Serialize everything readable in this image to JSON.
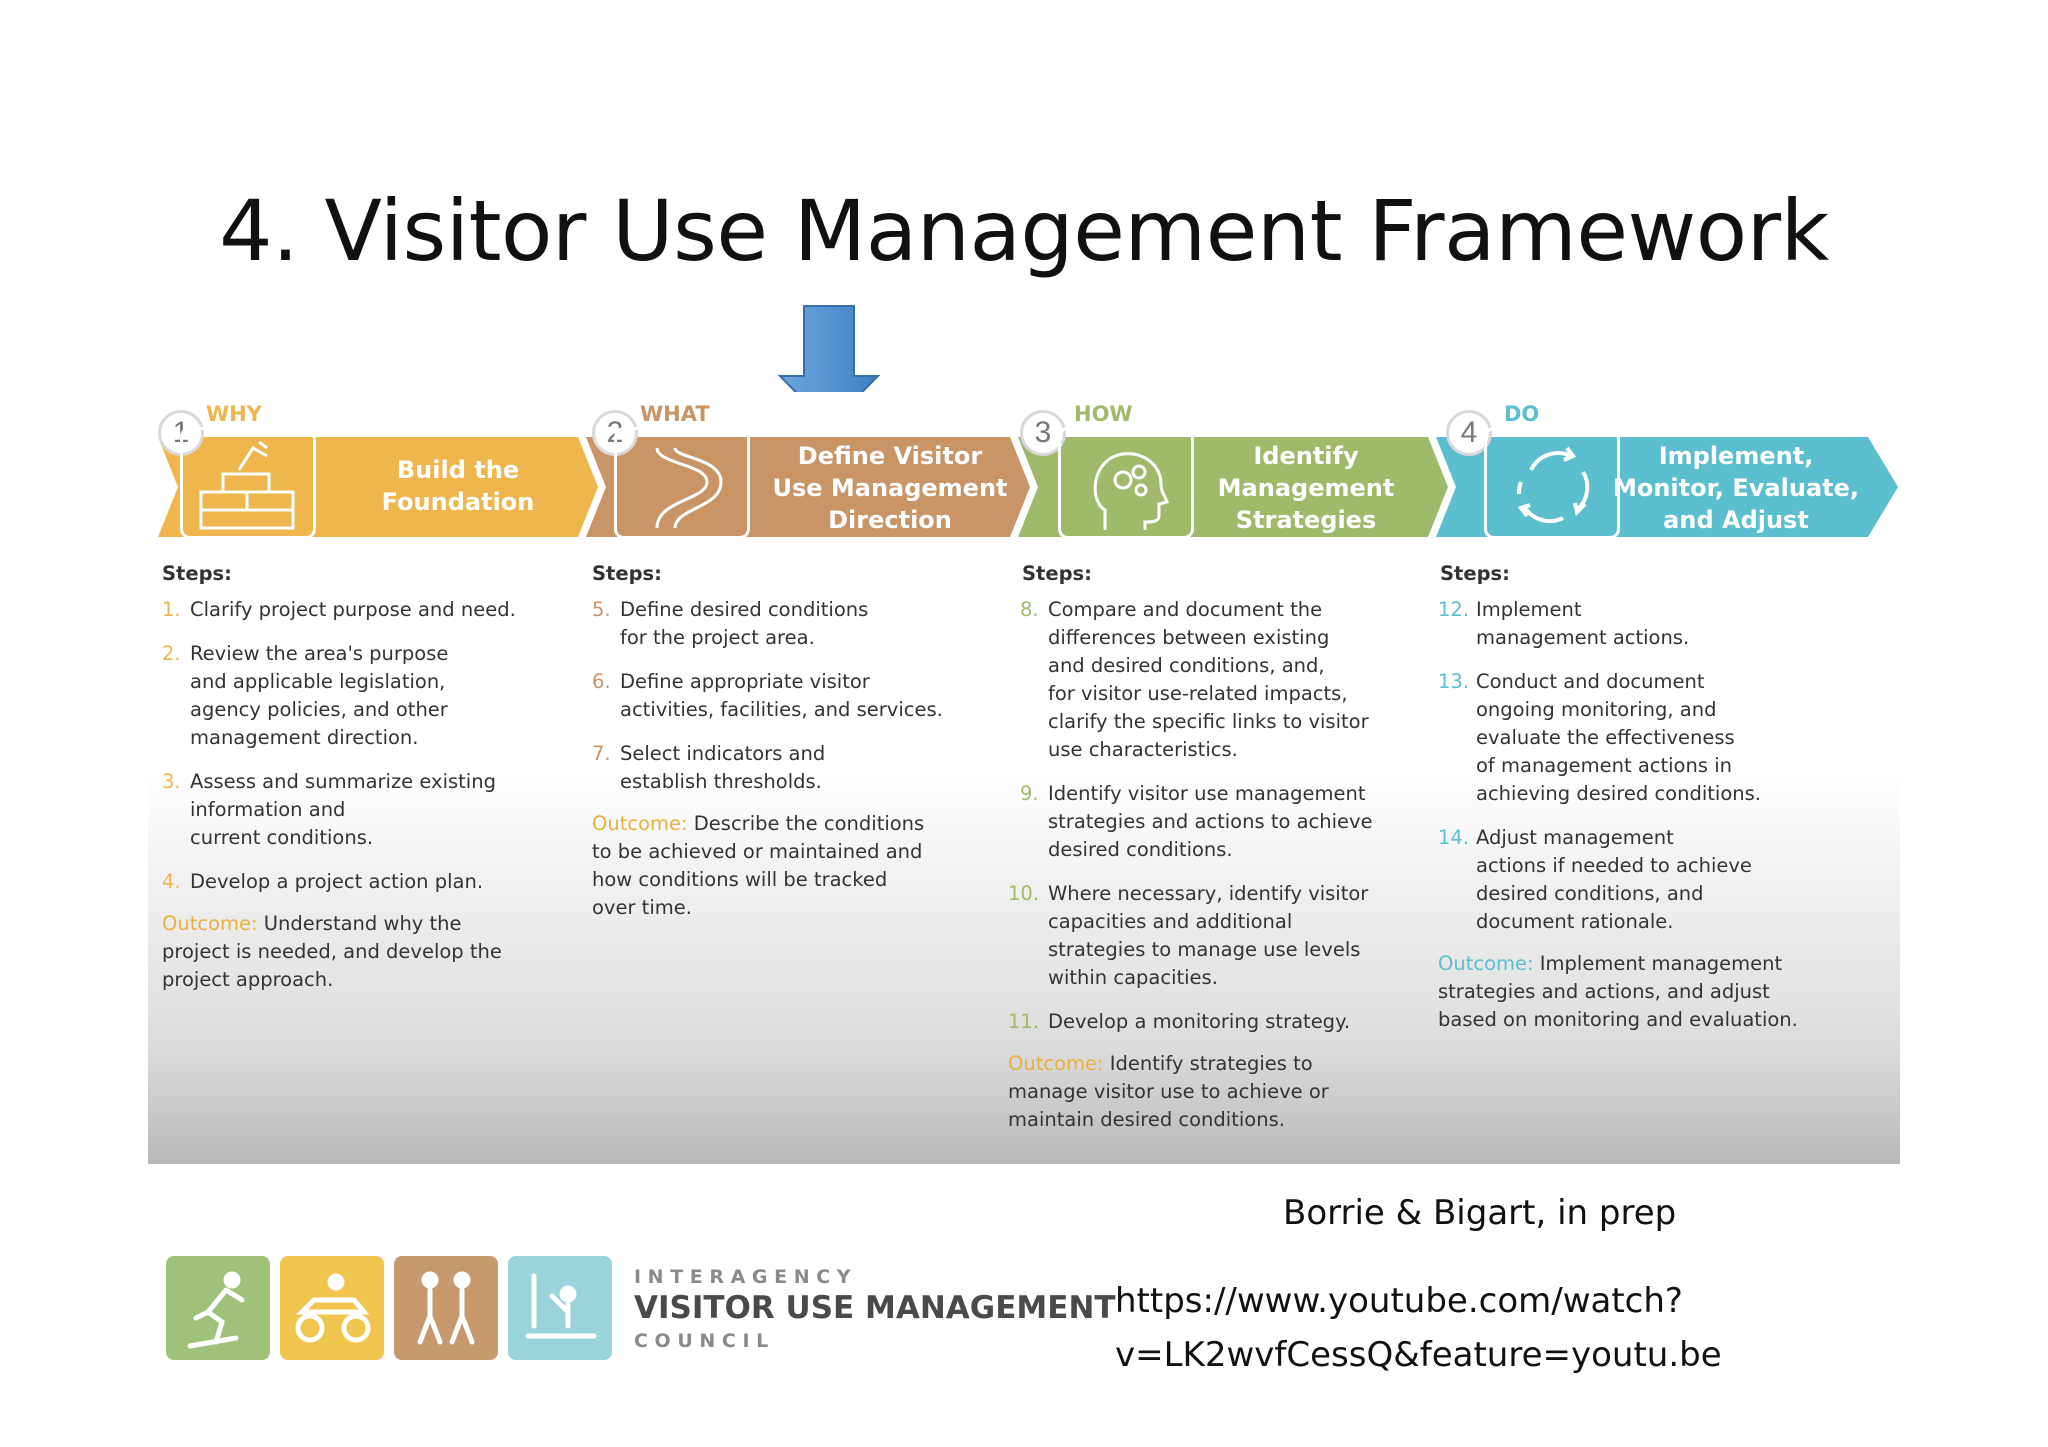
{
  "slide": {
    "title": "4. Visitor Use Management Framework",
    "credit": "Borrie & Bigart, in prep",
    "url_line1": "https://www.youtube.com/watch?",
    "url_line2": "v=LK2wvfCessQ&feature=youtu.be"
  },
  "phases": [
    {
      "num": "1",
      "tag": "WHY",
      "color": "#eeb64c",
      "icon": "brick-wall-icon",
      "banner": [
        "Build the",
        "Foundation"
      ],
      "steps_header": "Steps:",
      "steps": [
        {
          "n": "1.",
          "text": [
            "Clarify project purpose and need."
          ]
        },
        {
          "n": "2.",
          "text": [
            "Review the area's purpose",
            "and applicable legislation,",
            "agency policies, and other",
            "management direction."
          ]
        },
        {
          "n": "3.",
          "text": [
            "Assess and summarize existing",
            "information and",
            "current conditions."
          ]
        },
        {
          "n": "4.",
          "text": [
            "Develop a project action plan."
          ]
        }
      ],
      "outcome_label": "Outcome:",
      "outcome": [
        "Understand why the",
        "project is needed, and develop the",
        "project approach."
      ]
    },
    {
      "num": "2",
      "tag": "WHAT",
      "color": "#c99566",
      "icon": "winding-road-icon",
      "banner": [
        "Define Visitor",
        "Use Management",
        "Direction"
      ],
      "steps_header": "Steps:",
      "steps": [
        {
          "n": "5.",
          "text": [
            "Define desired conditions",
            "for the project area."
          ]
        },
        {
          "n": "6.",
          "text": [
            "Define appropriate visitor",
            "activities, facilities, and services."
          ]
        },
        {
          "n": "7.",
          "text": [
            "Select indicators and",
            "establish thresholds."
          ]
        }
      ],
      "outcome_label": "Outcome:",
      "outcome": [
        "Describe the conditions",
        "to be achieved or maintained and",
        "how conditions will be tracked",
        "over time."
      ]
    },
    {
      "num": "3",
      "tag": "HOW",
      "color": "#9fba6a",
      "icon": "head-gears-icon",
      "banner": [
        "Identify",
        "Management",
        "Strategies"
      ],
      "steps_header": "Steps:",
      "steps": [
        {
          "n": "8.",
          "text": [
            "Compare and document the",
            "differences between existing",
            "and desired conditions, and,",
            "for visitor use-related impacts,",
            "clarify the specific links to visitor",
            "use characteristics."
          ]
        },
        {
          "n": "9.",
          "text": [
            "Identify visitor use management",
            "strategies and actions to achieve",
            "desired conditions."
          ]
        },
        {
          "n": "10.",
          "text": [
            "Where necessary, identify visitor",
            "capacities and additional",
            "strategies to manage use levels",
            "within capacities."
          ]
        },
        {
          "n": "11.",
          "text": [
            "Develop a monitoring strategy."
          ]
        }
      ],
      "outcome_label": "Outcome:",
      "outcome": [
        "Identify strategies to",
        "manage visitor use to achieve or",
        "maintain desired conditions."
      ]
    },
    {
      "num": "4",
      "tag": "DO",
      "color": "#5cbfd0",
      "icon": "cycle-arrows-icon",
      "banner": [
        "Implement,",
        "Monitor, Evaluate,",
        "and Adjust"
      ],
      "steps_header": "Steps:",
      "steps": [
        {
          "n": "12.",
          "text": [
            "Implement",
            "management actions."
          ]
        },
        {
          "n": "13.",
          "text": [
            "Conduct and document",
            "ongoing monitoring, and",
            "evaluate the effectiveness",
            "of management actions in",
            "achieving desired conditions."
          ]
        },
        {
          "n": "14.",
          "text": [
            "Adjust management",
            "actions if needed to achieve",
            "desired conditions, and",
            "document rationale."
          ]
        }
      ],
      "outcome_label": "Outcome:",
      "outcome": [
        "Implement management",
        "strategies and actions, and adjust",
        "based on monitoring and evaluation."
      ]
    }
  ],
  "logo": {
    "top_line": "I N T E R A G E N C Y",
    "main_line": "VISITOR USE MANAGEMENT",
    "bottom_line": "C O U N C I L",
    "tile_colors": [
      "#9fc27a",
      "#f1c64e",
      "#c79a6e",
      "#9bd3da"
    ],
    "tile_icons": [
      "skier-icon",
      "atv-icon",
      "hikers-icon",
      "angler-icon"
    ]
  },
  "colors": {
    "arrow": "#5b9bd5",
    "outcome_label": "#e9b041"
  }
}
